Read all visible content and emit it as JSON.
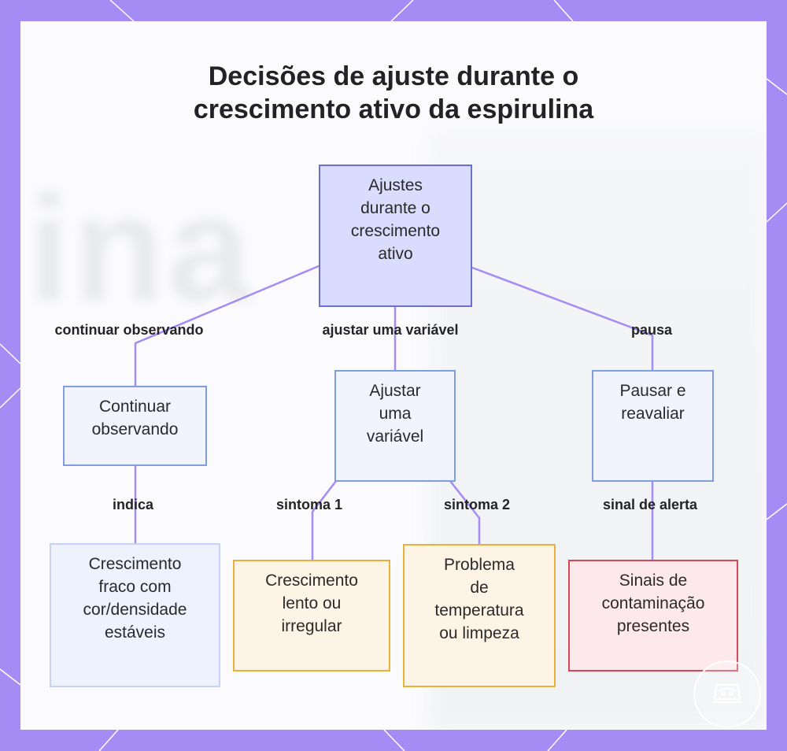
{
  "title": {
    "line1": "Decisões de ajuste durante o",
    "line2": "crescimento ativo da espirulina"
  },
  "nodes": {
    "root": [
      "Ajustes",
      "durante o",
      "crescimento",
      "ativo"
    ],
    "observe": [
      "Continuar",
      "observando"
    ],
    "adjust": [
      "Ajustar",
      "uma",
      "variável"
    ],
    "pause": [
      "Pausar e",
      "reavaliar"
    ],
    "weak_growth": [
      "Crescimento",
      "fraco com",
      "cor/densidade",
      "estáveis"
    ],
    "slow_growth": [
      "Crescimento",
      "lento ou",
      "irregular"
    ],
    "temp_problem": [
      "Problema",
      "de",
      "temperatura",
      "ou limpeza"
    ],
    "contamination": [
      "Sinais de",
      "contaminação",
      "presentes"
    ]
  },
  "edge_labels": {
    "observe": "continuar observando",
    "adjust": "ajustar uma variável",
    "pause": "pausa",
    "indicates": "indica",
    "symptom1": "sintoma 1",
    "symptom2": "sintoma 2",
    "alert": "sinal de alerta"
  },
  "background_ghost_text": "ina",
  "colors": {
    "frame": "#a48cf4",
    "edge": "#a48cf4",
    "root_fill": "#d9dcfd",
    "root_border": "#6b6fd1",
    "blue_border": "#7f9ee0",
    "orange_border": "#e8b23a",
    "red_border": "#d44756"
  },
  "icons": {
    "logo": "logo-badge-icon"
  }
}
